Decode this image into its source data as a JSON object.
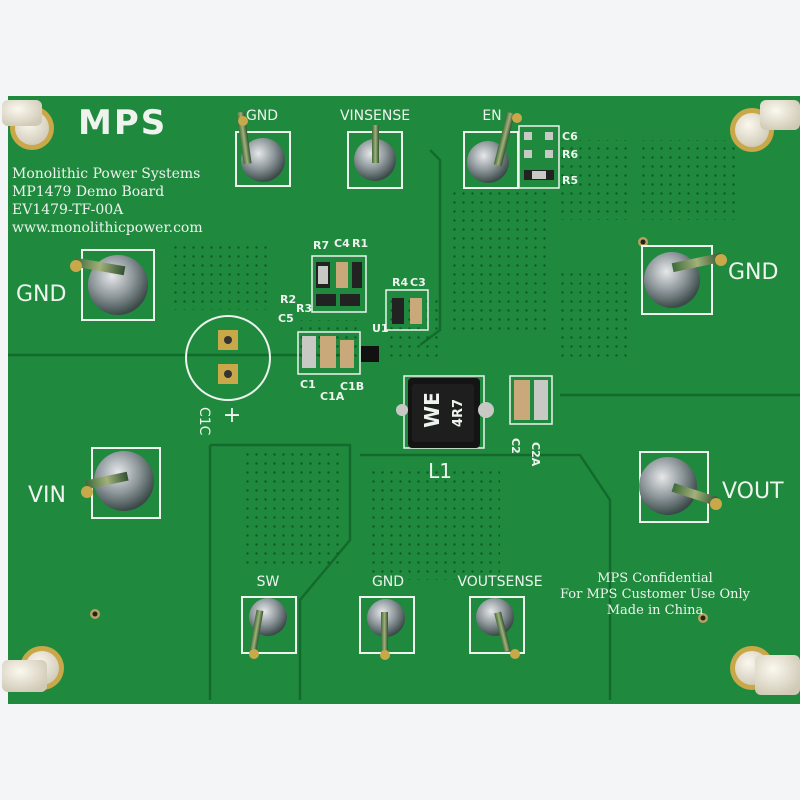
{
  "board": {
    "logo": "MPS",
    "info_lines": [
      "Monolithic Power Systems",
      "MP1479 Demo Board",
      "EV1479-TF-00A",
      "www.monolithicpower.com"
    ],
    "confidential_lines": [
      "MPS Confidential",
      "For MPS Customer Use Only",
      "Made in China"
    ],
    "inductor_label": "L1",
    "inductor_marking_top": "WE",
    "inductor_marking_bottom": "4R7",
    "cap_label": "C1C",
    "cap_polarity": "+"
  },
  "terminals": {
    "gnd_top": "GND",
    "vinsense": "VINSENSE",
    "en": "EN",
    "gnd_left": "GND",
    "gnd_right": "GND",
    "vin": "VIN",
    "vout": "VOUT",
    "sw": "SW",
    "gnd_bottom": "GND",
    "voutsense": "VOUTSENSE"
  },
  "refdes": {
    "c6": "C6",
    "r6": "R6",
    "r5": "R5",
    "r7": "R7",
    "c4": "C4",
    "r1": "R1",
    "r2": "R2",
    "r3": "R3",
    "c5": "C5",
    "r4": "R4",
    "c3": "C3",
    "u1": "U1",
    "c1": "C1",
    "c1a": "C1A",
    "c1b": "C1B",
    "c2": "C2",
    "c2a": "C2A"
  },
  "colors": {
    "pcb": "#1f8a3e",
    "pcb_dark": "#177533",
    "silkscreen": "#eef3ee",
    "copper_pad": "#c8c9c4",
    "pin_gold": "#c9a84a",
    "background": "#f4f5f6"
  }
}
